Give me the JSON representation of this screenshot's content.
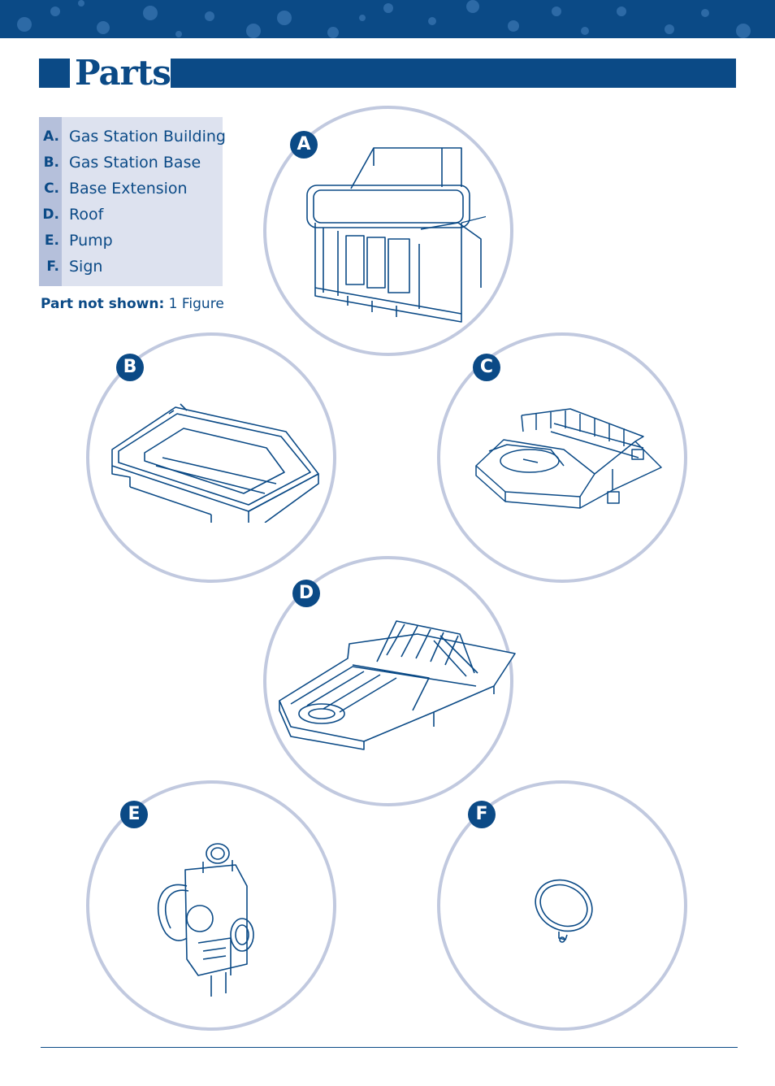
{
  "page_title": "Parts",
  "parts": [
    {
      "letter": "A.",
      "name": "Gas Station Building"
    },
    {
      "letter": "B.",
      "name": "Gas Station Base"
    },
    {
      "letter": "C.",
      "name": "Base Extension"
    },
    {
      "letter": "D.",
      "name": "Roof"
    },
    {
      "letter": "E.",
      "name": "Pump"
    },
    {
      "letter": "F.",
      "name": "Sign"
    }
  ],
  "not_shown": {
    "label": "Part not shown:",
    "value": "1 Figure"
  },
  "badges": {
    "a": "A",
    "b": "B",
    "c": "C",
    "d": "D",
    "e": "E",
    "f": "F"
  },
  "colors": {
    "brand_blue": "#0b4a86",
    "circle_border": "#c1c9df",
    "table_bg": "#dde2ef",
    "table_letter_col": "#b5c0db"
  }
}
